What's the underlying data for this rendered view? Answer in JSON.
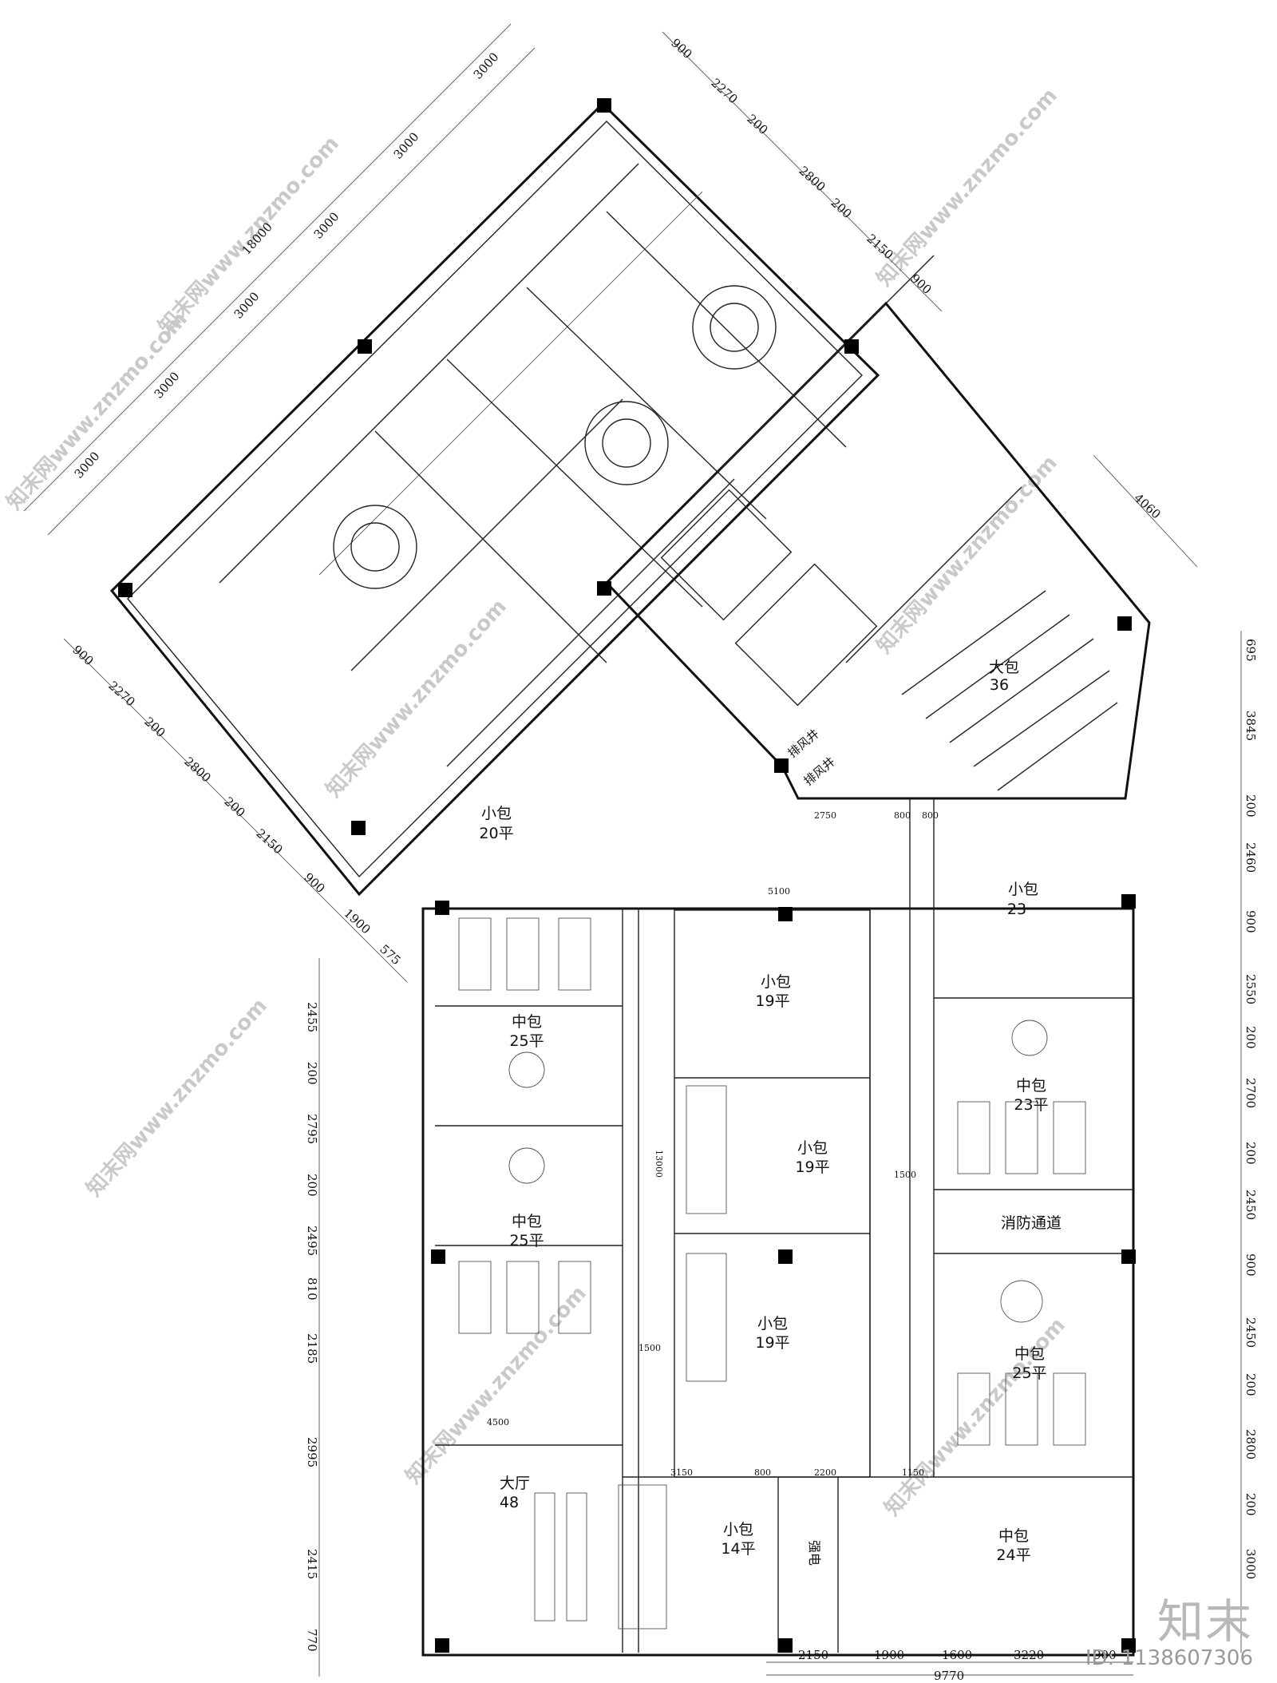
{
  "rooms": {
    "hall": {
      "name": "大厅",
      "area": "48"
    },
    "big_box": {
      "name": "大包",
      "area": "36"
    },
    "small_20": {
      "name": "小包",
      "area": "20平"
    },
    "small_23": {
      "name": "小包",
      "area": "23"
    },
    "small_19a": {
      "name": "小包",
      "area": "19平"
    },
    "small_19b": {
      "name": "小包",
      "area": "19平"
    },
    "small_19c": {
      "name": "小包",
      "area": "19平"
    },
    "small_14": {
      "name": "小包",
      "area": "14平"
    },
    "mid_25a": {
      "name": "中包",
      "area": "25平"
    },
    "mid_25b": {
      "name": "中包",
      "area": "25平"
    },
    "mid_23": {
      "name": "中包",
      "area": "23平"
    },
    "mid_25c": {
      "name": "中包",
      "area": "25平"
    },
    "mid_24": {
      "name": "中包",
      "area": "24平"
    },
    "fire_passage": "消防通道",
    "utility_room": "强电",
    "shaft_a": "排风井",
    "shaft_b": "排风井"
  },
  "dims": {
    "upper_left_total": "18000",
    "upper_left_segments": [
      "3000",
      "3000",
      "3000",
      "3000",
      "3000",
      "3000"
    ],
    "upper_right_segments": [
      "900",
      "2270",
      "200",
      "2800",
      "200",
      "2150",
      "900"
    ],
    "left_wing_segments": [
      "900",
      "2270",
      "200",
      "2800",
      "200",
      "2150",
      "900",
      "1900",
      "575"
    ],
    "right_diag": "4060",
    "right_side": [
      "695",
      "3845",
      "200",
      "2460",
      "900",
      "2550",
      "200",
      "2700",
      "200",
      "2450",
      "900",
      "2450",
      "200",
      "2800",
      "200",
      "3000"
    ],
    "left_side": [
      "2455",
      "200",
      "2795",
      "200",
      "2495",
      "810",
      "2185",
      "2995",
      "2415",
      "770"
    ],
    "bottom_segments": [
      "2150",
      "1900",
      "1600",
      "3220",
      "900"
    ],
    "bottom_total": "9770",
    "inner": [
      "5100",
      "2750",
      "800",
      "800",
      "3150",
      "800",
      "2200",
      "1150",
      "4500",
      "1500",
      "1500",
      "13000"
    ]
  },
  "watermark": "知末网www.znzmo.com",
  "brand": {
    "logo": "知末",
    "id": "ID: 1138607306"
  }
}
